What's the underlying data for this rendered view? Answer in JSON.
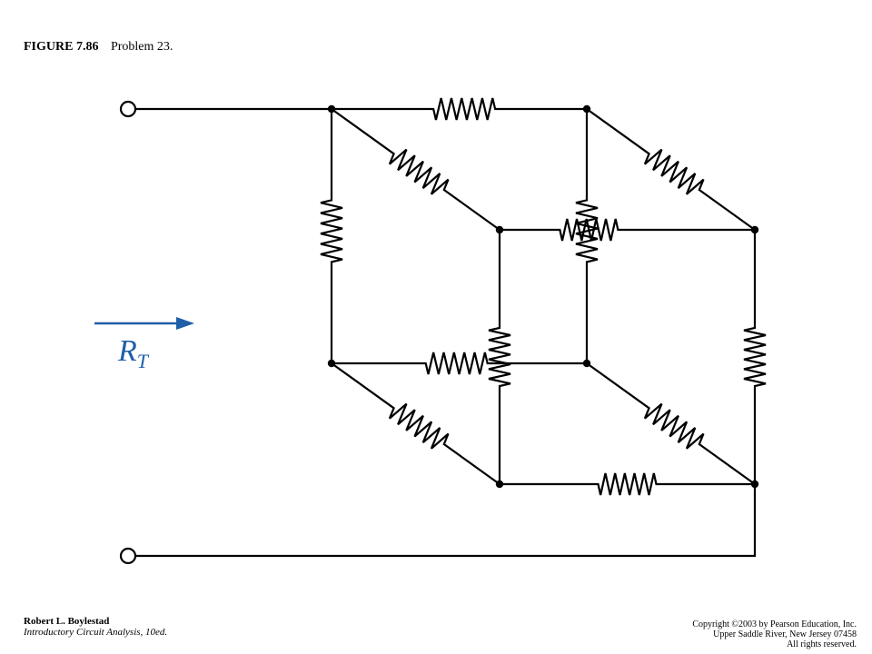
{
  "figure": {
    "label": "FIGURE 7.86",
    "caption": "Problem 23."
  },
  "diagram": {
    "rt_symbol": "R",
    "rt_subscript": "T",
    "wire_color": "#000000",
    "arrow_color": "#1f5fa8"
  },
  "footer": {
    "author": "Robert L. Boylestad",
    "book": "Introductory Circuit Analysis, 10ed.",
    "copyright_lines": [
      "Copyright ©2003 by Pearson Education, Inc.",
      "Upper Saddle River, New Jersey 07458",
      "All rights reserved."
    ]
  }
}
